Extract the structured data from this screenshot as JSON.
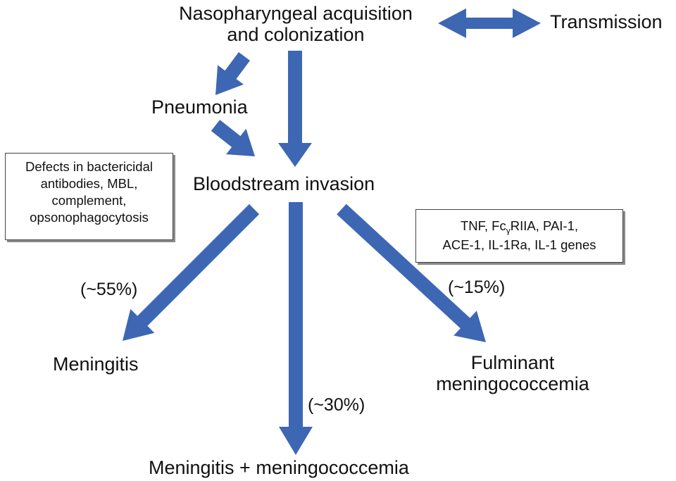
{
  "colors": {
    "arrow": "#3d67b3",
    "text": "#111111",
    "box_border": "#444444"
  },
  "nodes": {
    "nasopharyngeal": [
      "Nasopharyngeal acquisition",
      "and colonization"
    ],
    "transmission": "Transmission",
    "pneumonia": "Pneumonia",
    "bloodstream": "Bloodstream invasion",
    "meningitis": "Meningitis",
    "fulminant": [
      "Fulminant",
      "meningococcemia"
    ],
    "meningitis_plus": "Meningitis + meningococcemia"
  },
  "percentages": {
    "meningitis": "(~55%)",
    "fulminant": "(~15%)",
    "meningitis_plus": "(~30%)"
  },
  "boxes": {
    "defects": [
      "Defects in bactericidal",
      "antibodies, MBL,",
      "complement,",
      "opsonophagocytosis"
    ],
    "genes_line1_prefix": "TNF, Fc",
    "genes_line1_sub": "γ",
    "genes_line1_suffix": "RIIA, PAI-1,",
    "genes_line2": "ACE-1, IL-1Ra, IL-1 genes"
  }
}
